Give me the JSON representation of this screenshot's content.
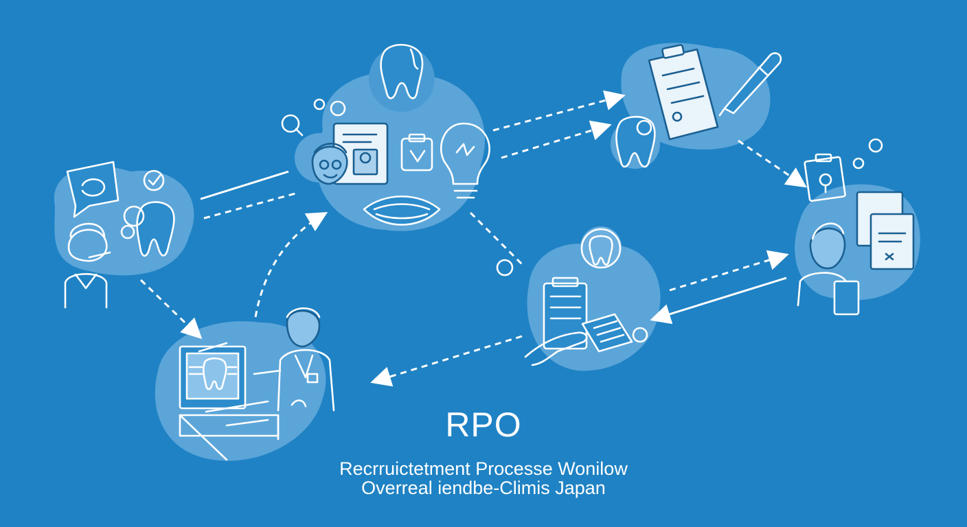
{
  "diagram": {
    "title": "RPO",
    "subtitle_line1": "Recrruictetment Processe Wonilow",
    "subtitle_line2": "Overreal iendbe-Climis Japan"
  },
  "colors": {
    "background": "#1f82c4",
    "blob": "#5ba5d9",
    "blob_light": "#8cc3ea",
    "line": "#ffffff"
  },
  "icons": [
    "tooth-icon",
    "speech-bubble-icon",
    "receptionist-headset-icon",
    "dentist-with-id-card-icon",
    "lightbulb-icon",
    "smile-mouth-icon",
    "clipboard-checklist-icon",
    "pen-icon",
    "magnifier-icon",
    "document-in-hand-icon",
    "computer-screen-icon",
    "doctor-icon",
    "nurse-with-documents-icon",
    "resume-documents-icon"
  ],
  "nodes": [
    {
      "id": "inquiry",
      "name": "node-inquiry"
    },
    {
      "id": "screening",
      "name": "node-screening"
    },
    {
      "id": "application",
      "name": "node-application"
    },
    {
      "id": "documents",
      "name": "node-documents"
    },
    {
      "id": "onboarding",
      "name": "node-onboarding"
    },
    {
      "id": "interview",
      "name": "node-interview"
    }
  ]
}
